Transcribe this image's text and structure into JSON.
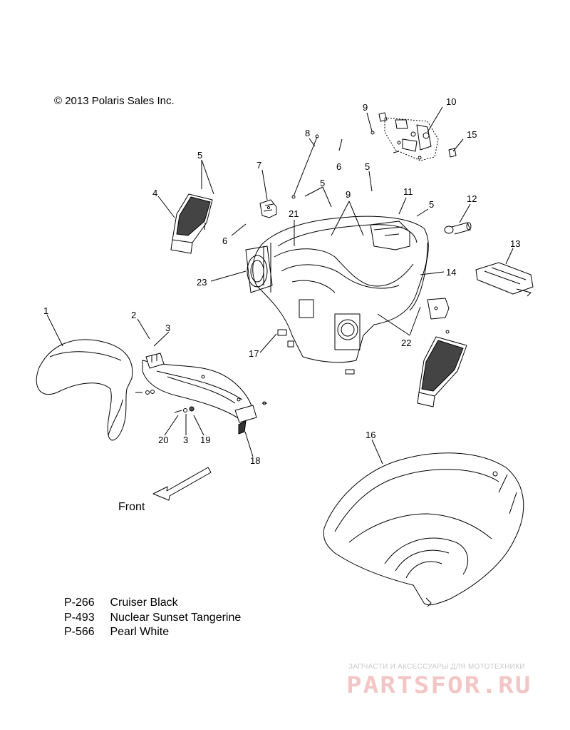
{
  "copyright": "© 2013 Polaris Sales Inc.",
  "front_label": "Front",
  "callouts": {
    "c1": "1",
    "c2": "2",
    "c3a": "3",
    "c3b": "3",
    "c4": "4",
    "c5a": "5",
    "c5b": "5",
    "c5c": "5",
    "c5d": "5",
    "c6a": "6",
    "c6b": "6",
    "c7": "7",
    "c8": "8",
    "c9a": "9",
    "c9b": "9",
    "c10": "10",
    "c11": "11",
    "c12": "12",
    "c13": "13",
    "c14": "14",
    "c15": "15",
    "c16": "16",
    "c17": "17",
    "c18": "18",
    "c19": "19",
    "c20": "20",
    "c21": "21",
    "c22": "22",
    "c23": "23"
  },
  "paint_codes": [
    {
      "code": "P-266",
      "name": "Cruiser Black"
    },
    {
      "code": "P-493",
      "name": "Nuclear Sunset Tangerine"
    },
    {
      "code": "P-566",
      "name": "Pearl White"
    }
  ],
  "watermark": {
    "tagline": "ЗАПЧАСТИ И АКСЕССУАРЫ ДЛЯ МОТОТЕХНИКИ",
    "logo": "PARTSFOR.RU"
  },
  "colors": {
    "line": "#000000",
    "watermark_text": "#c9c9c9",
    "watermark_logo": "#f3c6c6"
  }
}
